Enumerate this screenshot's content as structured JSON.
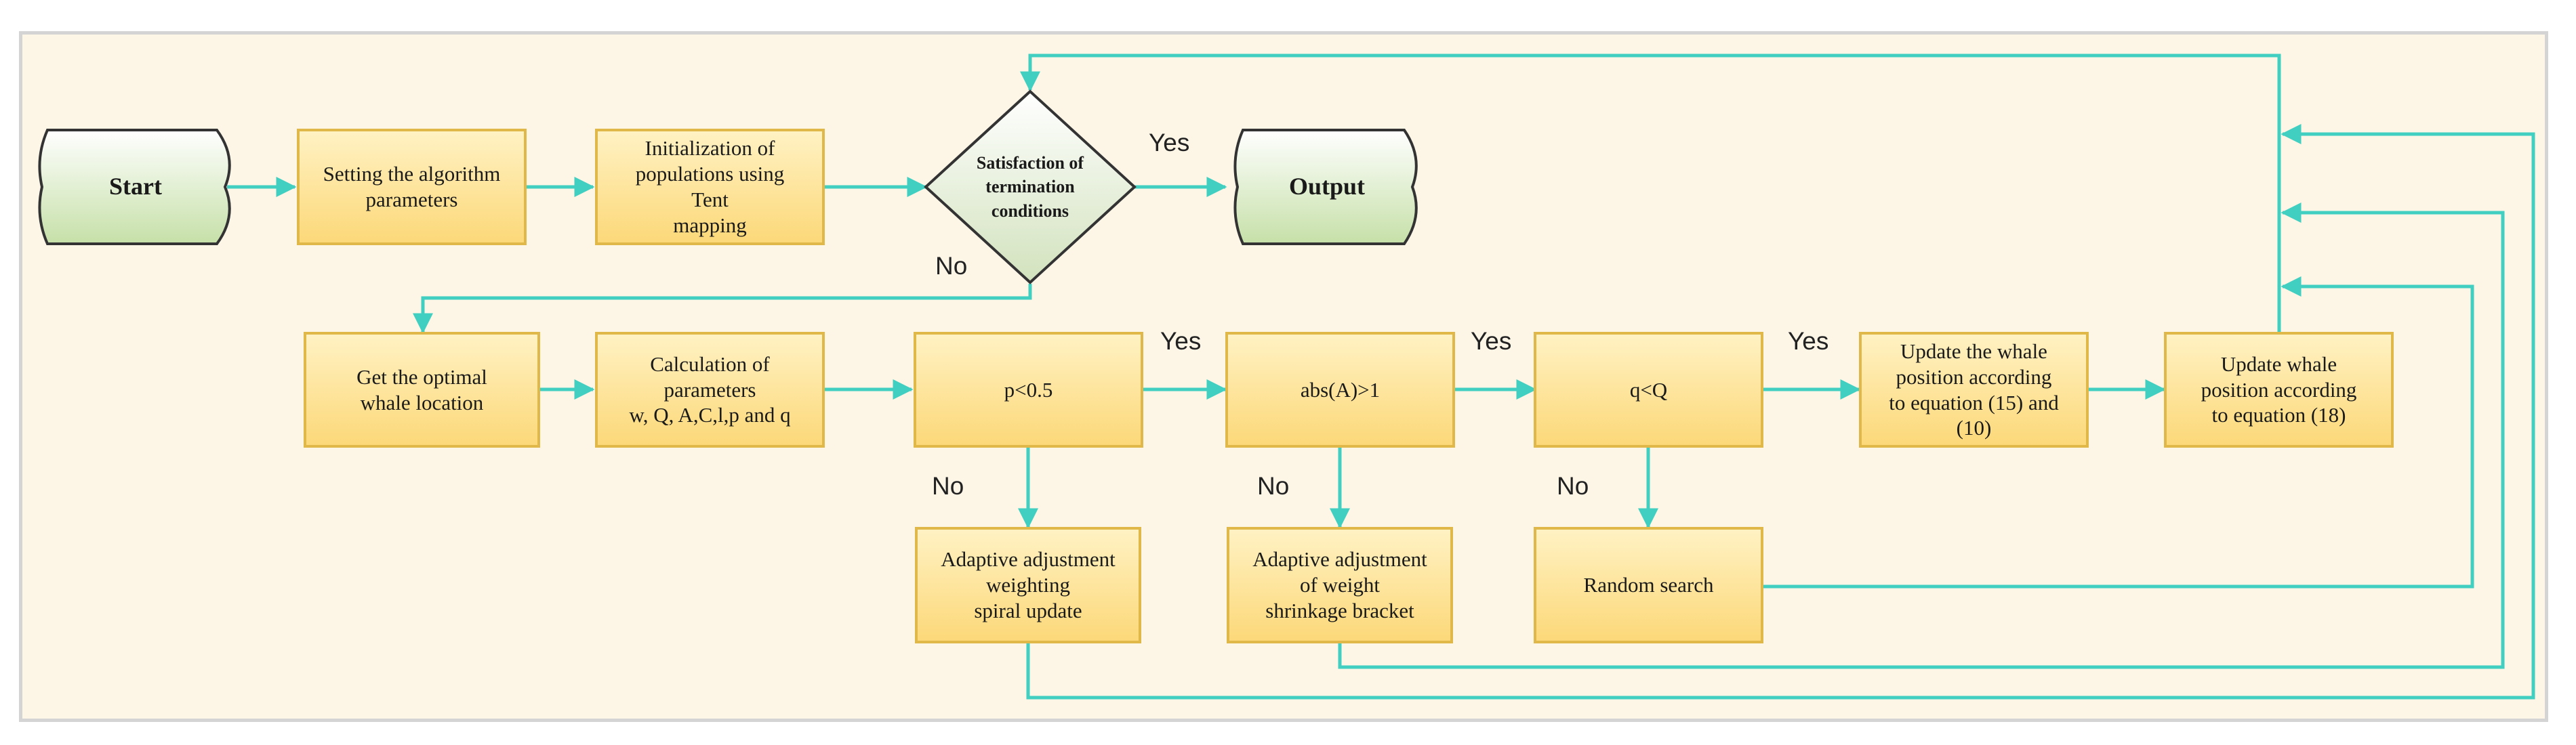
{
  "colors": {
    "connector": "#40cfc0",
    "process_fill_top": "#fff2c4",
    "process_fill_bottom": "#fcd878",
    "process_border": "#e0b84a",
    "terminal_fill_top": "#ffffff",
    "terminal_fill_bottom": "#c6e0a8",
    "decision_fill_top": "#ffffff",
    "decision_fill_bottom": "#d2e2bd",
    "background": "#fdf6e7"
  },
  "nodes": {
    "start": "Start",
    "output": "Output",
    "set_params": "Setting the algorithm\nparameters",
    "init_pop": "Initialization of\npopulations using\nTent\nmapping",
    "termination": "Satisfaction of\ntermination\nconditions",
    "optimal_location": "Get the optimal\nwhale location",
    "calc_params": "Calculation of\nparameters\nw, Q, A,C,l,p and q",
    "p_check": "p<0.5",
    "absA_check": "abs(A)>1",
    "q_check": "q<Q",
    "update_eq15": "Update the whale\nposition according\nto equation (15) and\n(10)",
    "update_eq18": "Update whale\nposition according\nto equation (18)",
    "spiral_update": "Adaptive adjustment\nweighting\nspiral update",
    "shrinkage": "Adaptive adjustment\nof weight\nshrinkage bracket",
    "random_search": "Random search"
  },
  "edge_labels": {
    "termination_yes": "Yes",
    "termination_no": "No",
    "p_yes": "Yes",
    "p_no": "No",
    "absA_yes": "Yes",
    "absA_no": "No",
    "q_yes": "Yes",
    "q_no": "No"
  }
}
